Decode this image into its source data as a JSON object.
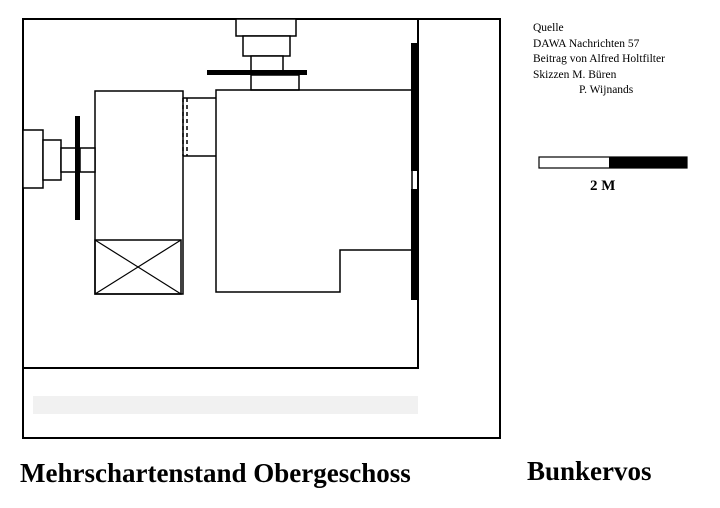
{
  "credits": {
    "source_label": "Quelle",
    "publication": "DAWA Nachrichten 57",
    "article": "Beitrag von Alfred Holtfilter",
    "sketches": "Skizzen M. Büren",
    "author": "P. Wijnands"
  },
  "scale_bar": {
    "label": "2 M"
  },
  "title": "Mehrschartenstand Obergeschoss",
  "brand": "Bunkervos"
}
